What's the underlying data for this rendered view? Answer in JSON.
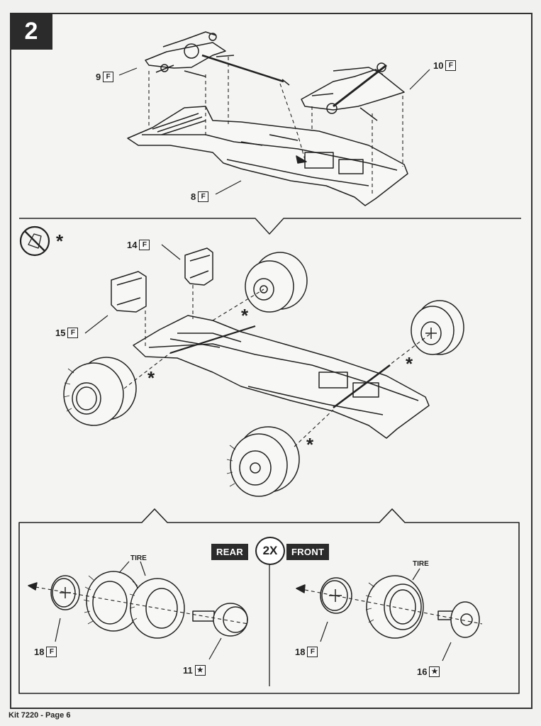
{
  "step": {
    "number": "2"
  },
  "callouts": {
    "part_9": {
      "num": "9",
      "code": "F"
    },
    "part_10": {
      "num": "10",
      "code": "F"
    },
    "part_8": {
      "num": "8",
      "code": "F"
    },
    "part_14": {
      "num": "14",
      "code": "F"
    },
    "part_15": {
      "num": "15",
      "code": "F"
    },
    "part_18_rear": {
      "num": "18",
      "code": "F"
    },
    "part_11": {
      "num": "11",
      "code": "★"
    },
    "part_18_front": {
      "num": "18",
      "code": "F"
    },
    "part_16": {
      "num": "16",
      "code": "★"
    }
  },
  "stars": {
    "symbol": "*"
  },
  "wheel_assembly": {
    "rear_label": "REAR",
    "quantity": "2X",
    "front_label": "FRONT",
    "tire_label": "TIRE"
  },
  "icons": {
    "no_glue": "no-glue-icon"
  },
  "footer": {
    "text": "Kit 7220 - Page 6"
  },
  "colors": {
    "ink": "#222222",
    "paper": "#f4f4f2",
    "badge": "#2b2b2b"
  }
}
